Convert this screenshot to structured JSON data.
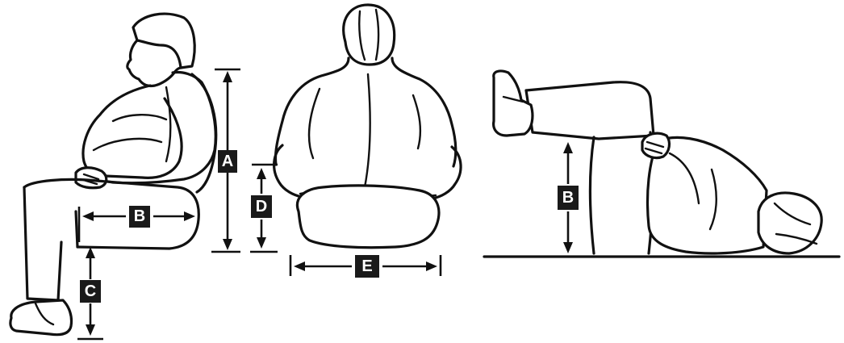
{
  "figures": {
    "side_view": {
      "labels": {
        "a": "A",
        "b": "B",
        "c": "C"
      }
    },
    "back_view": {
      "labels": {
        "d": "D",
        "e": "E"
      }
    },
    "supine_view": {
      "labels": {
        "b": "B"
      }
    }
  }
}
